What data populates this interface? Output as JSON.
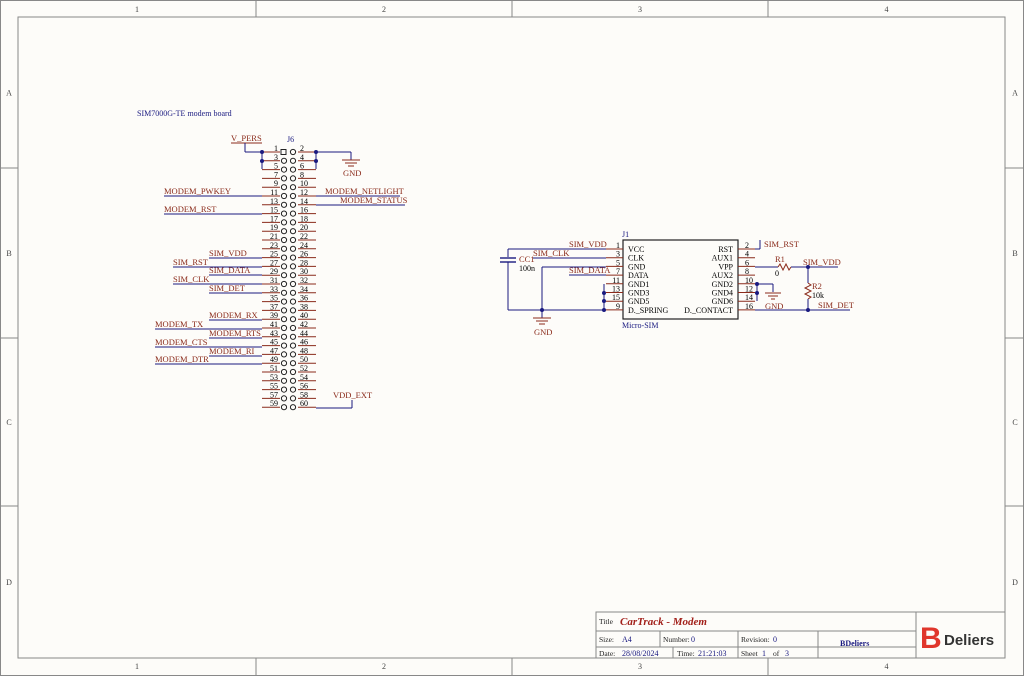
{
  "frame": {
    "cols": [
      "1",
      "2",
      "3",
      "4"
    ],
    "rows": [
      "A",
      "B",
      "C",
      "D"
    ]
  },
  "board_title": "SIM7000G-TE modem board",
  "j6": {
    "ref": "J6",
    "pins": [
      "1",
      "2",
      "3",
      "4",
      "5",
      "6",
      "7",
      "8",
      "9",
      "10",
      "11",
      "12",
      "13",
      "14",
      "15",
      "16",
      "17",
      "18",
      "19",
      "20",
      "21",
      "22",
      "23",
      "24",
      "25",
      "26",
      "27",
      "28",
      "29",
      "30",
      "31",
      "32",
      "33",
      "34",
      "35",
      "36",
      "37",
      "38",
      "39",
      "40",
      "41",
      "42",
      "43",
      "44",
      "45",
      "46",
      "47",
      "48",
      "49",
      "50",
      "51",
      "52",
      "53",
      "54",
      "55",
      "56",
      "57",
      "58",
      "59",
      "60"
    ],
    "labels": {
      "vpers": "V_PERS",
      "gnd": "GND",
      "pwkey": "MODEM_PWKEY",
      "netlight": "MODEM_NETLIGHT",
      "status": "MODEM_STATUS",
      "rst": "MODEM_RST",
      "sim_vdd": "SIM_VDD",
      "sim_rst": "SIM_RST",
      "sim_data": "SIM_DATA",
      "sim_clk": "SIM_CLK",
      "sim_det": "SIM_DET",
      "rx": "MODEM_RX",
      "tx": "MODEM_TX",
      "rts": "MODEM_RTS",
      "cts": "MODEM_CTS",
      "ri": "MODEM_RI",
      "dtr": "MODEM_DTR",
      "vdd_ext": "VDD_EXT"
    }
  },
  "j1": {
    "ref": "J1",
    "name": "Micro-SIM",
    "left_pins": [
      {
        "num": "1",
        "name": "VCC",
        "net": "SIM_VDD"
      },
      {
        "num": "3",
        "name": "CLK",
        "net": "SIM_CLK"
      },
      {
        "num": "5",
        "name": "GND",
        "net": ""
      },
      {
        "num": "7",
        "name": "DATA",
        "net": "SIM_DATA"
      },
      {
        "num": "11",
        "name": "GND1",
        "net": ""
      },
      {
        "num": "13",
        "name": "GND3",
        "net": ""
      },
      {
        "num": "15",
        "name": "GND5",
        "net": ""
      },
      {
        "num": "9",
        "name": "D._SPRING",
        "net": ""
      }
    ],
    "right_pins": [
      {
        "num": "2",
        "name": "RST",
        "net": "SIM_RST"
      },
      {
        "num": "4",
        "name": "AUX1",
        "net": ""
      },
      {
        "num": "6",
        "name": "VPP",
        "net": ""
      },
      {
        "num": "8",
        "name": "AUX2",
        "net": ""
      },
      {
        "num": "10",
        "name": "GND2",
        "net": ""
      },
      {
        "num": "12",
        "name": "GND4",
        "net": ""
      },
      {
        "num": "14",
        "name": "GND6",
        "net": ""
      },
      {
        "num": "16",
        "name": "D._CONTACT",
        "net": ""
      }
    ],
    "cap": {
      "ref": "CC1",
      "value": "100n"
    },
    "r1": {
      "ref": "R1",
      "value": "0"
    },
    "r2": {
      "ref": "R2",
      "value": "10k"
    },
    "sim_vdd_right": "SIM_VDD",
    "sim_det_right": "SIM_DET",
    "gnd_left": "GND",
    "gnd_right": "GND"
  },
  "title_block": {
    "title_label": "Title",
    "title": "CarTrack - Modem",
    "size_label": "Size:",
    "size": "A4",
    "number_label": "Number:",
    "number": "0",
    "revision_label": "Revision:",
    "revision": "0",
    "company": "BDeliers",
    "date_label": "Date:",
    "date": "28/08/2024",
    "time_label": "Time:",
    "time": "21:21:03",
    "sheet_label": "Sheet",
    "sheet": "1",
    "of_label": "of",
    "of": "3",
    "logo_letter": "B",
    "logo_text": "Deliers"
  },
  "colors": {
    "wire": "#1a1a80",
    "net": "#8a2a1a",
    "logo": "#e0362c"
  }
}
